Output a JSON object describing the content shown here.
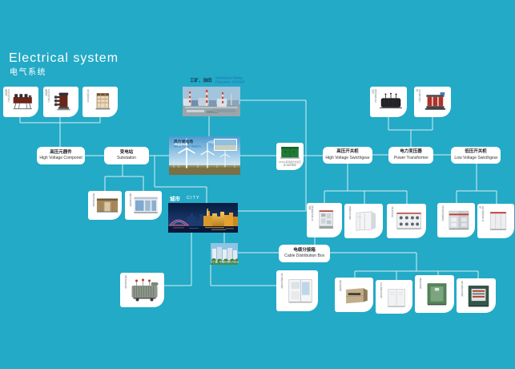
{
  "background_color": "#23aac6",
  "line_color": "#d9eef4",
  "title": {
    "en": "Electrical system",
    "zh": "电气系统"
  },
  "scenes": {
    "industrial": {
      "zh": "工矿、油田",
      "en1": "Industrial & Mining",
      "en2": "Enterprise, Oil Field"
    },
    "wind": {
      "zh": "风力发电场",
      "en": "Wind Power Station"
    },
    "city": {
      "zh": "城市",
      "en": "CITY"
    },
    "resident": {
      "zh": "小区",
      "en": "Resident Area"
    }
  },
  "labels": {
    "hv_component": {
      "zh": "高压元器件",
      "en": "High Voltage Componet"
    },
    "substation": {
      "zh": "变电站",
      "en": "Substation"
    },
    "hv_switchgear": {
      "zh": "高压开关柜",
      "en": "High Voltage Swicthgear"
    },
    "power_transformer": {
      "zh": "电力变压器",
      "en": "Power Transformer"
    },
    "lv_switchgear": {
      "zh": "低压开关柜",
      "en": "Low Voltage Swicthgear"
    },
    "cable_box": {
      "zh": "电缆分接箱",
      "en": "Cable Distribution Box"
    }
  },
  "products": {
    "p1": {
      "caption": "户外高压真空断路器"
    },
    "p2": {
      "caption": "户内高压真空断路器"
    },
    "p3": {
      "caption": "高压隔离开关"
    },
    "p4": {
      "caption": "油浸式电力变压器"
    },
    "p5": {
      "caption": "干式电力变压器"
    },
    "p6": {
      "caption": "预装式变电站"
    },
    "p7": {
      "caption": "组合式变电站"
    },
    "pg": {
      "caption": "ZGS11系列组合式变压器 (美式箱变)"
    },
    "p8": {
      "caption": "铠装移开式开关设备"
    },
    "p9": {
      "caption": "环网开关设备"
    },
    "p10": {
      "caption": "高压开关柜"
    },
    "p11": {
      "caption": "交流低压配电柜"
    },
    "p12": {
      "caption": "低压抽出式开关柜"
    },
    "p13": {
      "caption": "油浸式变压器"
    },
    "p14": {
      "caption": "高压电缆分接箱"
    },
    "p15": {
      "caption": "综合配电箱"
    },
    "p16": {
      "caption": "户外电缆分支箱"
    },
    "p17": {
      "caption": "电缆分接箱"
    },
    "p18": {
      "caption": "低压电缆分接箱"
    }
  }
}
